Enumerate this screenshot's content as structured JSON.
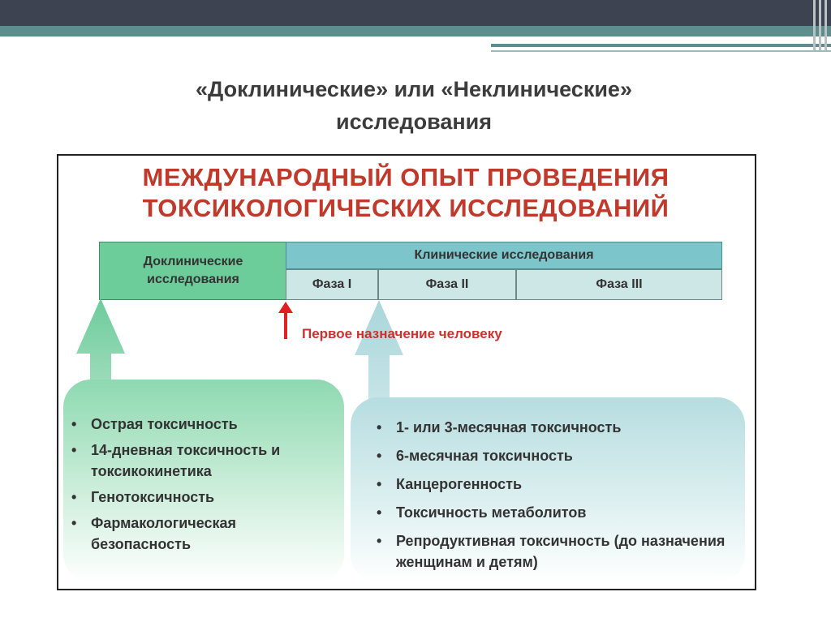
{
  "slide": {
    "title_line1": "«Доклинические»  или «Неклинические»",
    "title_line2": "исследования"
  },
  "diagram": {
    "heading_line1": "МЕЖДУНАРОДНЫЙ ОПЫТ ПРОВЕДЕНИЯ",
    "heading_line2": "ТОКСИКОЛОГИЧЕСКИХ ИССЛЕДОВАНИЙ",
    "preclinical_label": "Доклинические исследования",
    "clinical_label": "Клинические исследования",
    "phases": [
      "Фаза I",
      "Фаза II",
      "Фаза III"
    ],
    "first_human_label": "Первое назначение человеку",
    "left_list": [
      "Острая токсичность",
      "14-дневная токсичность и токсикокинетика",
      "Генотоксичность",
      "Фармакологическая безопасность"
    ],
    "right_list": [
      "1- или 3-месячная токсичность",
      "6-месячная токсичность",
      "Канцерогенность",
      "Токсичность метаболитов",
      "Репродуктивная токсичность (до назначения женщинам и детям)"
    ],
    "colors": {
      "preclinical": "#6ccc9a",
      "clinical": "#7cc5cb",
      "phase": "#cde6e6",
      "heading": "#c0392b",
      "red_arrow": "#e02020"
    }
  }
}
